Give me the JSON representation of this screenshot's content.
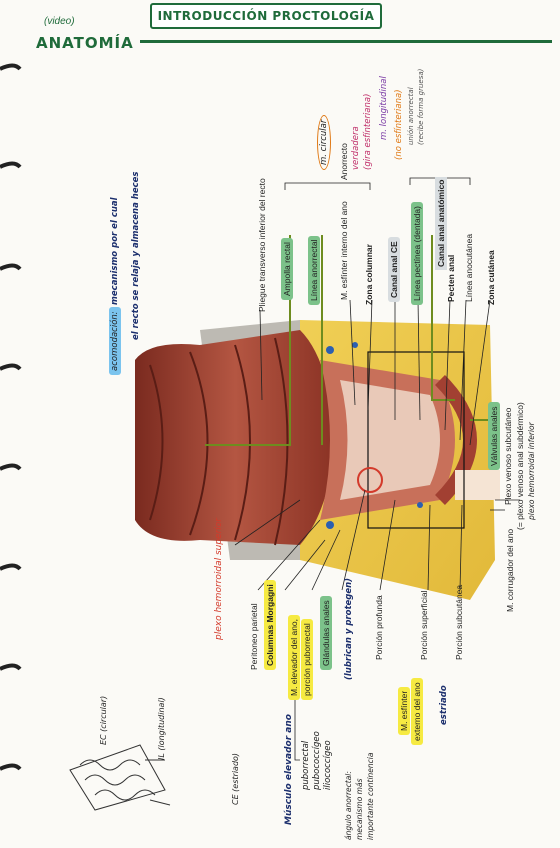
{
  "header": {
    "video": "(video)",
    "section": "ANATOMÍA",
    "title": "INTRODUCCIÓN PROCTOLOGÍA"
  },
  "top_labels": {
    "pliegue": "Pliegue transverso inferior del recto",
    "ampolla": "Ampolla rectal",
    "linea_anorrectal": "Línea anorrectal",
    "esfinter_int": "M. esfínter interno del ano",
    "anorrecto": "Anorrecto",
    "zona_columnar": "Zona columnar",
    "canal_ce": "Canal anal CE",
    "linea_pectinea": "Línea pectínea (dentada)",
    "canal_anatomico": "Canal anal anatómico",
    "pecten": "Pecten anal",
    "linea_anocutanea": "Línea anocutánea",
    "zona_cutanea": "Zona cutánea",
    "acomodacion": "acomodación:",
    "acomodacion_desc_1": "mecanismo por el cual",
    "acomodacion_desc_2": "el recto se relaja y almacena heces",
    "m_circular": "m. circular",
    "circular_note_1": "verdadera",
    "circular_note_2": "(gira esfínteriana)",
    "m_longitudinal": "m. longitudinal",
    "longitudinal_note": "(no esfínteriana)",
    "union_1": "unión anorrectal",
    "union_2": "(recibe forma gruesa)"
  },
  "right_labels": {
    "valvulas": "Válvulas anales",
    "plexo_sub_1": "Plexo venoso subcutáneo",
    "plexo_sub_2": "(= plexo venoso anal subdérmico)",
    "plexo_sub_3": "plexo hemorroidal inferior",
    "corrugador": "M. corrugador del ano"
  },
  "bottom_labels": {
    "plexo_sup": "plexo hemorroidal superior",
    "peritoneo": "Peritoneo parietal",
    "columnas": "Columnas Morgagni",
    "elevador": "M. elevador del ano,",
    "puborrectal": "porción puborrectal",
    "glandulas": "Glándulas anales",
    "glandulas_note": "(lubrican y protegen)",
    "profunda": "Porción profunda",
    "superficial": "Porción superficial",
    "subcutanea": "Porción subcutánea",
    "esfinter_ext_1": "M. esfínter",
    "esfinter_ext_2": "externo del ano",
    "estriado": "estriado",
    "musculo_elevador": "Músculo elevador ano",
    "pubo1": "puborrectal",
    "pubo2": "pubococcígeo",
    "pubo3": "iliococcígeo",
    "angulo_1": "ángulo anorrectal:",
    "angulo_2": "mecanismo más",
    "angulo_3": "importante continencia"
  },
  "sketch": {
    "ec": "EC (circular)",
    "il": "IL (longitudinal)",
    "ce": "CE (estriado)"
  }
}
